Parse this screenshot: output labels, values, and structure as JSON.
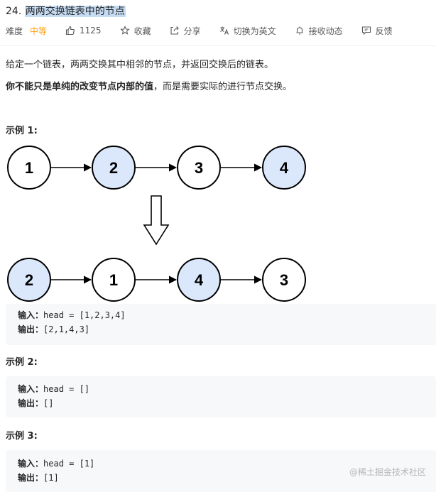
{
  "problem": {
    "number": "24.",
    "title": "两两交换链表中的节点"
  },
  "meta": {
    "difficulty_label": "难度",
    "difficulty_value": "中等",
    "likes": "1125",
    "collect": "收藏",
    "share": "分享",
    "switch_lang": "切换为英文",
    "notify": "接收动态",
    "feedback": "反馈"
  },
  "description": {
    "line1": "给定一个链表，两两交换其中相邻的节点，并返回交换后的链表。",
    "line2_bold": "你不能只是单纯的改变节点内部的值",
    "line2_rest": "，而是需要实际的进行节点交换。"
  },
  "diagram": {
    "before": [
      "1",
      "2",
      "3",
      "4"
    ],
    "after": [
      "2",
      "1",
      "4",
      "3"
    ]
  },
  "examples": [
    {
      "title": "示例 1:",
      "input_label": "输入：",
      "input": "head = [1,2,3,4]",
      "output_label": "输出：",
      "output": "[2,1,4,3]"
    },
    {
      "title": "示例 2:",
      "input_label": "输入：",
      "input": "head = []",
      "output_label": "输出：",
      "output": "[]"
    },
    {
      "title": "示例 3:",
      "input_label": "输入：",
      "input": "head = [1]",
      "output_label": "输出：",
      "output": "[1]"
    }
  ],
  "watermark": "@稀土掘金技术社区",
  "colors": {
    "highlight_node": "#dbe8fb",
    "difficulty": "#ffa116",
    "title_selection": "#c5dbf2"
  }
}
